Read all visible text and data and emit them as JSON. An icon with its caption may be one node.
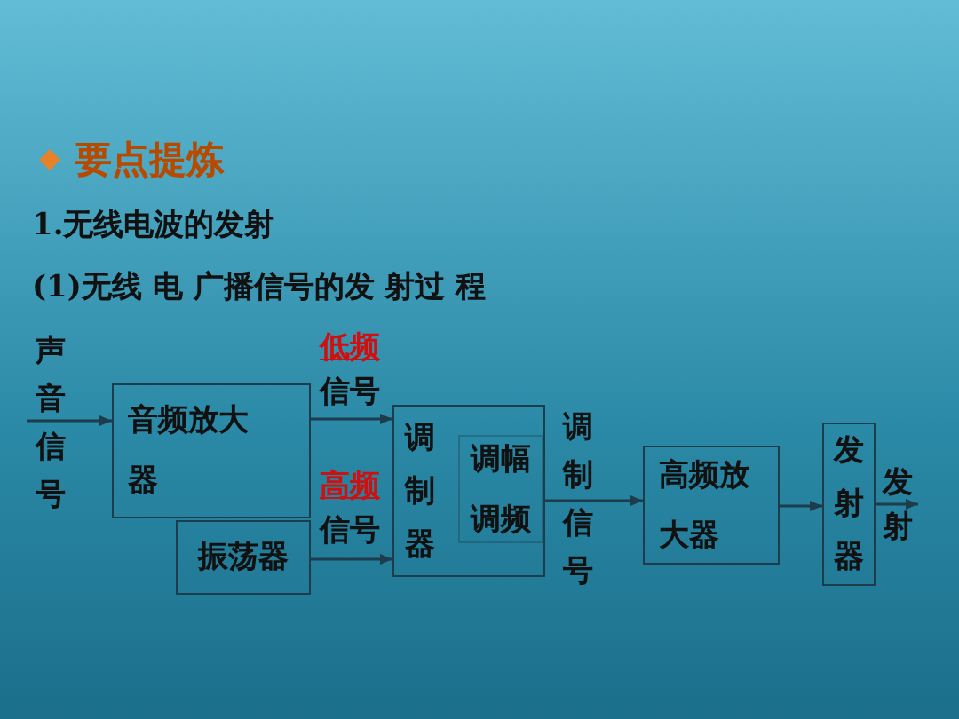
{
  "diagram": {
    "title": "要点提炼",
    "nodes": [
      {
        "text": [
          "音频放大器"
        ]
      },
      {
        "text": [
          "振荡器"
        ]
      },
      {
        "text": [
          "调制器"
        ]
      },
      {
        "text": [
          "调幅调频"
        ],
        "in": 2
      },
      {
        "text": [
          "高频放大器"
        ]
      },
      {
        "text": [
          "发射器"
        ]
      }
    ],
    "edges": [
      {
        "from": null,
        "to": 0,
        "arrow": "to",
        "label": "声音信号"
      },
      {
        "from": 0,
        "to": 2,
        "arrow": "to",
        "label": "**低频**信号"
      },
      {
        "from": 1,
        "to": 2,
        "arrow": "to",
        "label": "**高频**信号"
      },
      {
        "from": 2,
        "to": 4,
        "arrow": "to",
        "label": "调制信号"
      },
      {
        "from": 4,
        "to": 5,
        "arrow": "to"
      },
      {
        "from": 5,
        "to": null,
        "arrow": "to",
        "label": "发射"
      }
    ],
    "labels": [
      "1.无线电波的发射",
      "(1)无线 电 广播信号的发 射过 程"
    ]
  }
}
